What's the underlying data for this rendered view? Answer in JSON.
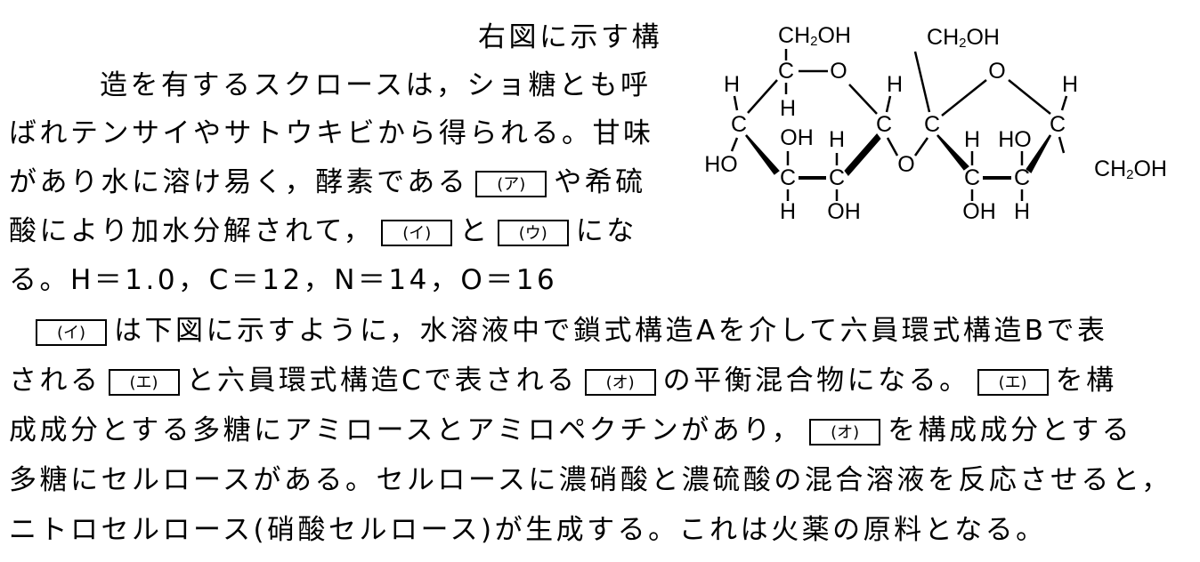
{
  "lines": [
    [
      "右図に示す構"
    ],
    [
      "造を有するスクロースは，ショ糖とも呼"
    ],
    [
      "ばれテンサイやサトウキビから得られる。甘味"
    ],
    [
      "があり水に溶け易く，酵素である",
      "や希硫"
    ],
    [
      "酸により加水分解されて，",
      "と",
      "にな"
    ],
    [
      "る。H＝1.0，C＝12，N＝14，O＝16"
    ],
    [
      "",
      "は下図に示すように，水溶液中で鎖式構造Aを介して六員環式構造Bで表"
    ],
    [
      "される",
      "と六員環式構造Cで表される",
      "の平衡混合物になる。",
      "を構"
    ],
    [
      "成成分とする多糖にアミロースとアミロペクチンがあり，",
      "を構成成分とする"
    ],
    [
      "多糖にセルロースがある。セルロースに濃硝酸と濃硫酸の混合溶液を反応させると，"
    ],
    [
      "ニトロセルロース(硝酸セルロース)が生成する。これは火薬の原料となる。"
    ]
  ],
  "blanks": {
    "a": "(ア)",
    "i": "(イ)",
    "u": "(ウ)",
    "e": "(エ)",
    "o": "(オ)"
  },
  "structure": {
    "ch2": "CH",
    "sub2": "2",
    "oh": "OH",
    "ho": "HO",
    "c": "C",
    "o": "O",
    "h": "H"
  }
}
